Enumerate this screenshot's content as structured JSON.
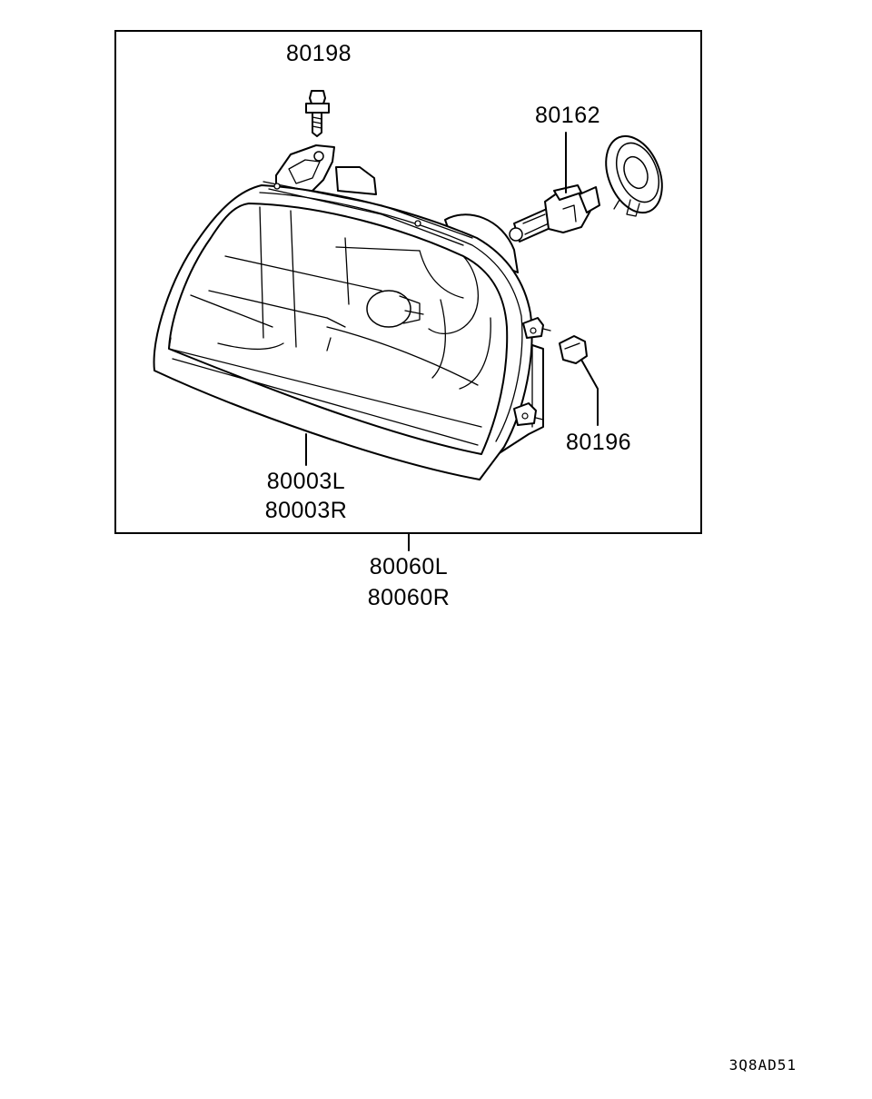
{
  "parts": {
    "bolt": "80198",
    "bulb": "80162",
    "socket": "80196",
    "lens_left": "80003L",
    "lens_right": "80003R",
    "assembly_left": "80060L",
    "assembly_right": "80060R"
  },
  "diagram_code": "3Q8AD51"
}
